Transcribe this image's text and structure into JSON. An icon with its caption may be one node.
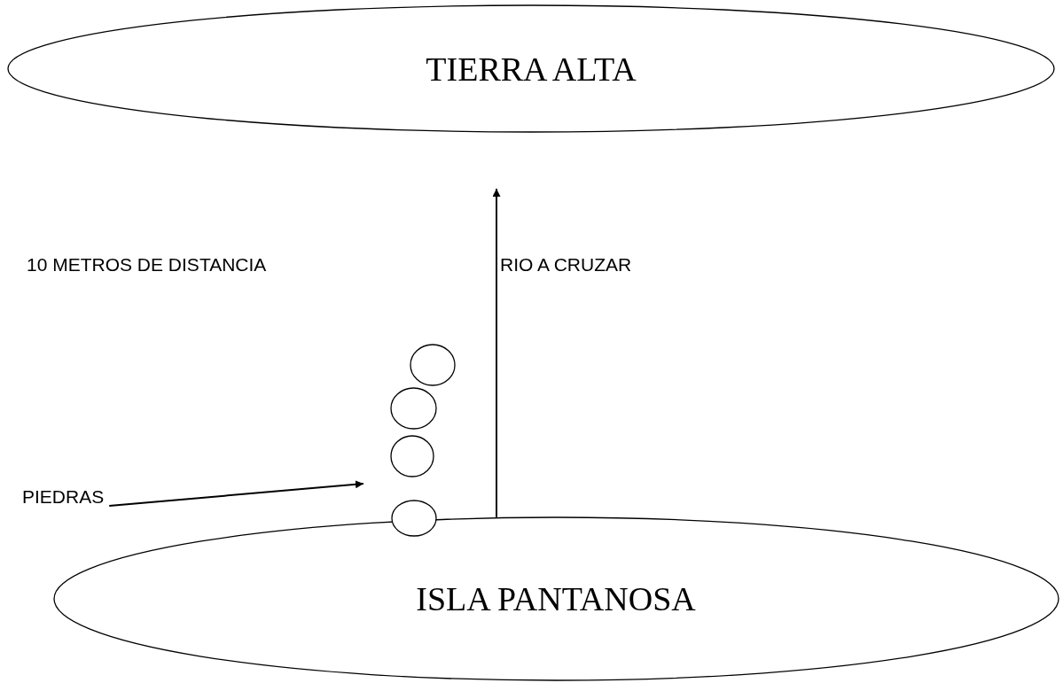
{
  "diagram": {
    "nodes": [
      {
        "text": [
          "TIERRA ALTA"
        ]
      },
      {
        "text": [
          "ISLA PANTANOSA"
        ]
      },
      {
        "text": [],
        "shape": "circle"
      },
      {
        "text": [],
        "shape": "circle"
      },
      {
        "text": [],
        "shape": "circle"
      },
      {
        "text": [],
        "shape": "circle"
      },
      {
        "text": [
          "PIEDRAS"
        ]
      }
    ],
    "edges": [
      {
        "from": 1,
        "to": null,
        "arrow": "to",
        "label": "RIO A CRUZAR"
      },
      {
        "from": 6,
        "to": null,
        "arrow": "to"
      }
    ],
    "labels": [
      "10 METROS DE DISTANCIA"
    ]
  }
}
